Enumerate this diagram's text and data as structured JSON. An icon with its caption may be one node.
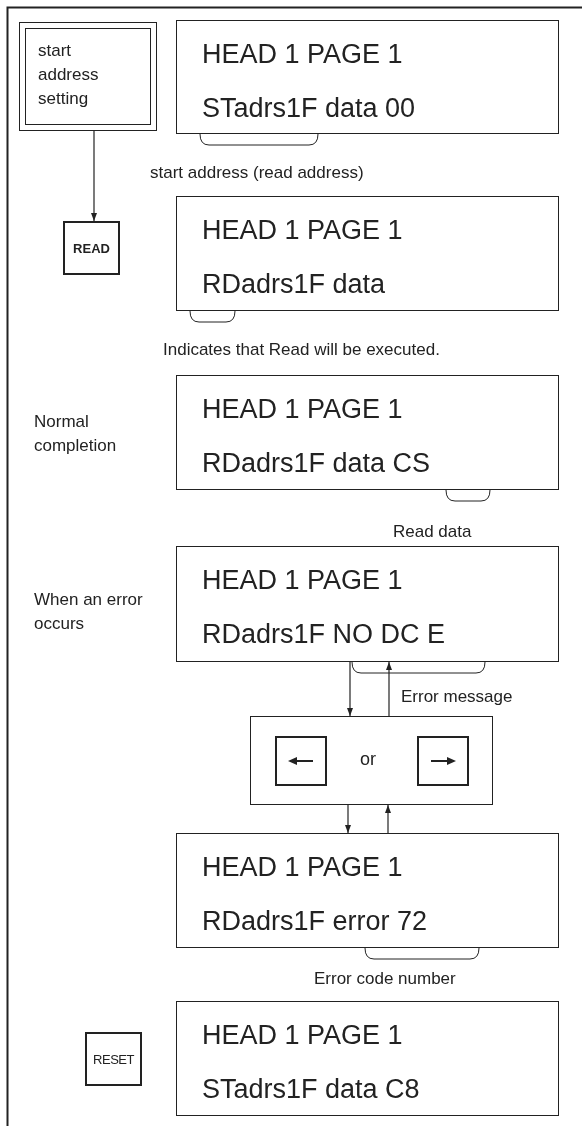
{
  "diagram": {
    "nodes": [
      {
        "text": [
          "start address setting"
        ]
      },
      {
        "text": [
          "HEAD 1 PAGE 1",
          "STadrs1F data 00"
        ]
      },
      {
        "text": [
          "READ"
        ]
      },
      {
        "text": [
          "HEAD 1 PAGE 1",
          "RDadrs1F data"
        ],
        "beside": [
          "Indicates that Read will be executed."
        ]
      },
      {
        "text": [
          "HEAD 1 PAGE 1",
          "RDadrs1F data CS"
        ],
        "beside": [
          "Normal completion"
        ]
      },
      {
        "text": [
          "HEAD 1 PAGE 1",
          "RDadrs1F NO DC E"
        ],
        "beside": [
          "When an error occurs",
          "Error message"
        ]
      },
      {
        "text": [
          "or"
        ]
      },
      {
        "text": [],
        "shape": "box",
        "in": 6
      },
      {
        "text": [],
        "shape": "box",
        "in": 6
      },
      {
        "text": [
          "HEAD 1 PAGE 1",
          "RDadrs1F error 72"
        ],
        "beside": [
          "Error code number"
        ]
      },
      {
        "text": [
          "RESET"
        ]
      },
      {
        "text": [
          "HEAD 1 PAGE 1",
          "STadrs1F data C8"
        ]
      }
    ],
    "edges": [
      {
        "from": 0,
        "to": 2,
        "arrow": "to"
      },
      {
        "from": 5,
        "to": 6,
        "arrow": "to"
      },
      {
        "from": 6,
        "to": 5,
        "arrow": "to"
      },
      {
        "from": 6,
        "to": 9,
        "arrow": "to"
      },
      {
        "from": 9,
        "to": 6,
        "arrow": "to"
      }
    ],
    "labels": [
      "start address (read address)",
      "Read data"
    ]
  }
}
